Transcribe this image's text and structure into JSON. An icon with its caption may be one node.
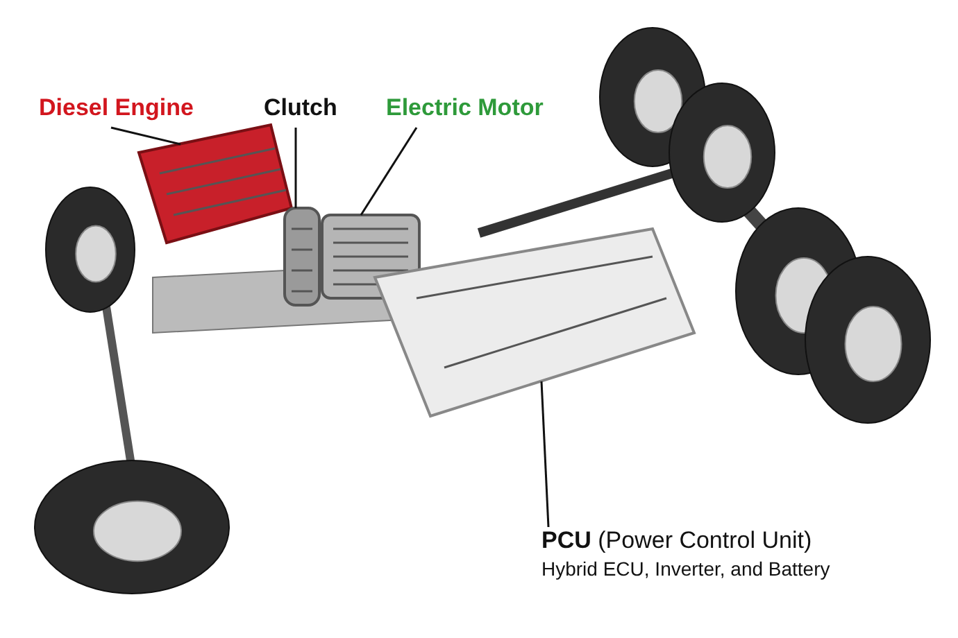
{
  "diagram": {
    "nodes": [
      {
        "text": [
          "Diesel Engine"
        ]
      },
      {
        "text": [
          "Clutch"
        ]
      },
      {
        "text": [
          "Electric Motor"
        ]
      },
      {
        "text": [
          "**PCU** (Power Control Unit)",
          "Hybrid ECU, Inverter, and Battery"
        ]
      },
      {
        "text": [],
        "shape": "picture"
      },
      {
        "text": [],
        "shape": "picture"
      },
      {
        "text": [],
        "shape": "picture"
      },
      {
        "text": [],
        "shape": "picture"
      }
    ],
    "edges": [
      {
        "from": 0,
        "to": 4,
        "arrow": "none"
      },
      {
        "from": 1,
        "to": 5,
        "arrow": "none"
      },
      {
        "from": 2,
        "to": 6,
        "arrow": "none"
      },
      {
        "from": 3,
        "to": 7,
        "arrow": "none"
      }
    ]
  }
}
